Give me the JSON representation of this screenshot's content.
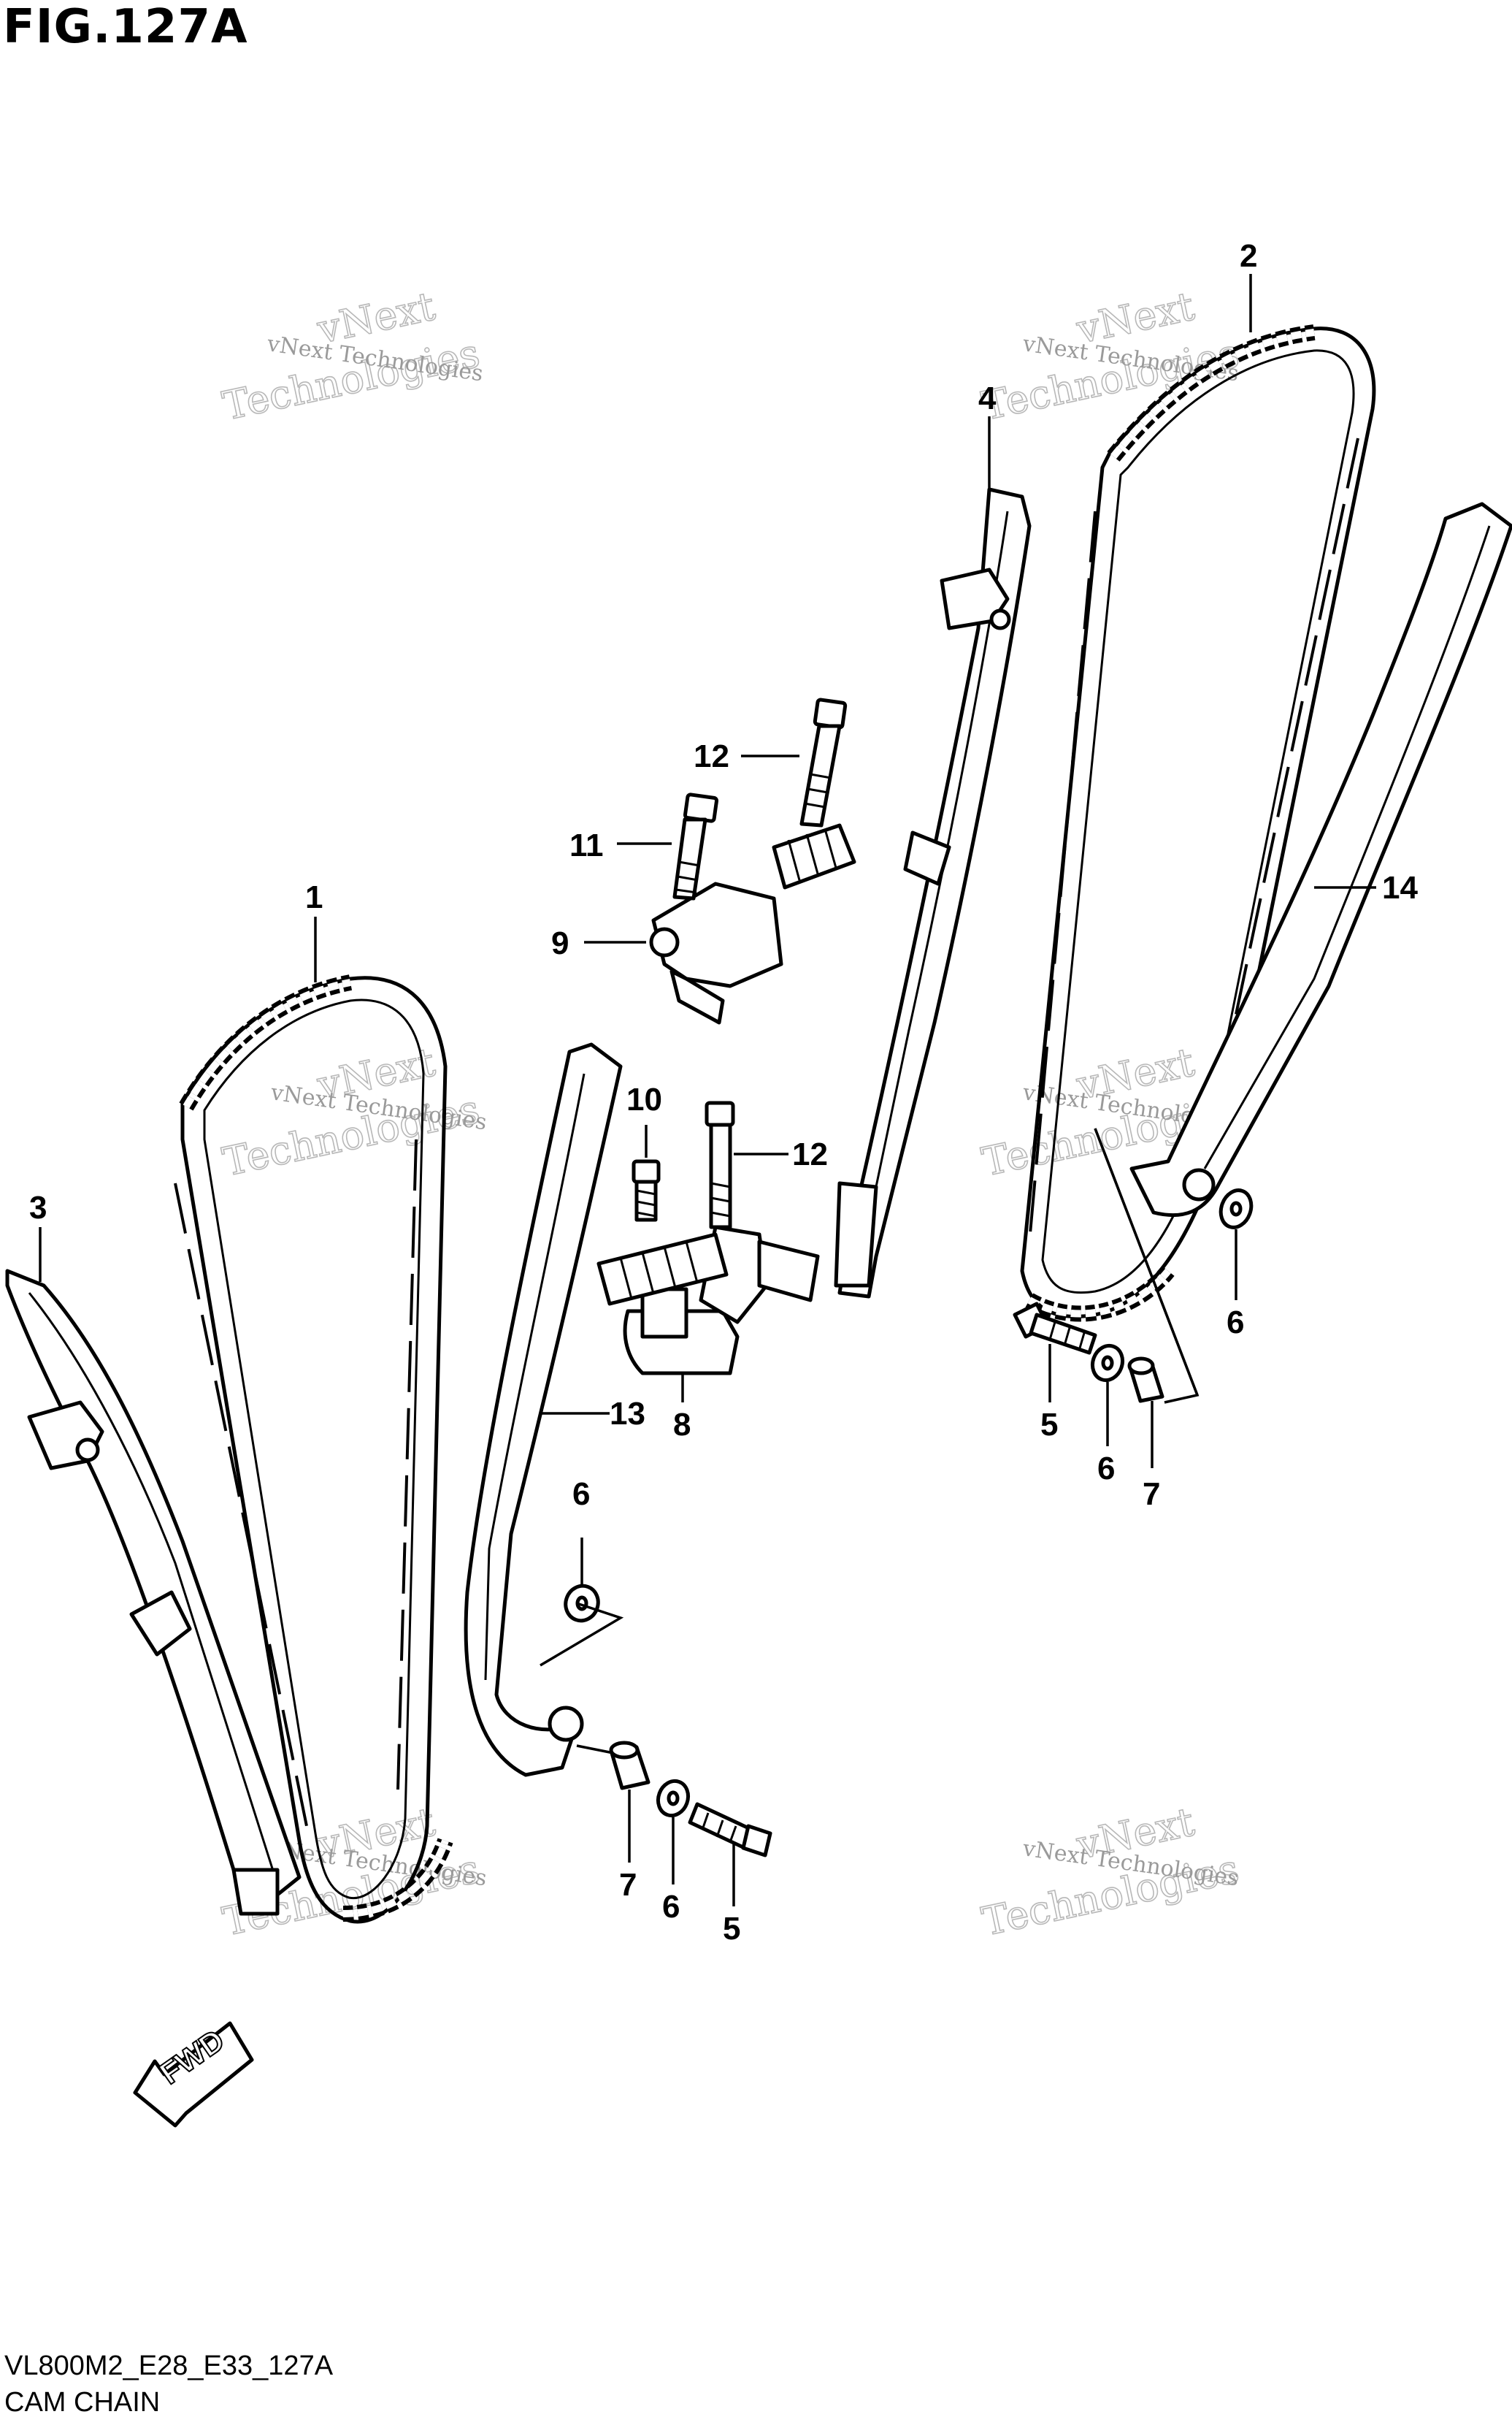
{
  "figure": {
    "title": "FIG.127A",
    "code": "VL800M2_E28_E33_127A",
    "name": "CAM CHAIN"
  },
  "watermark": {
    "line1": "vNext Technologies",
    "line2": "vNext",
    "line3": "Technologies"
  },
  "fwd_label": "FWD",
  "callouts": {
    "c1": "1",
    "c2": "2",
    "c3": "3",
    "c4": "4",
    "c5a": "5",
    "c5b": "5",
    "c6a": "6",
    "c6b": "6",
    "c6c": "6",
    "c6d": "6",
    "c7a": "7",
    "c7b": "7",
    "c8": "8",
    "c9": "9",
    "c10": "10",
    "c11": "11",
    "c12a": "12",
    "c12b": "12",
    "c13": "13",
    "c14": "14"
  }
}
